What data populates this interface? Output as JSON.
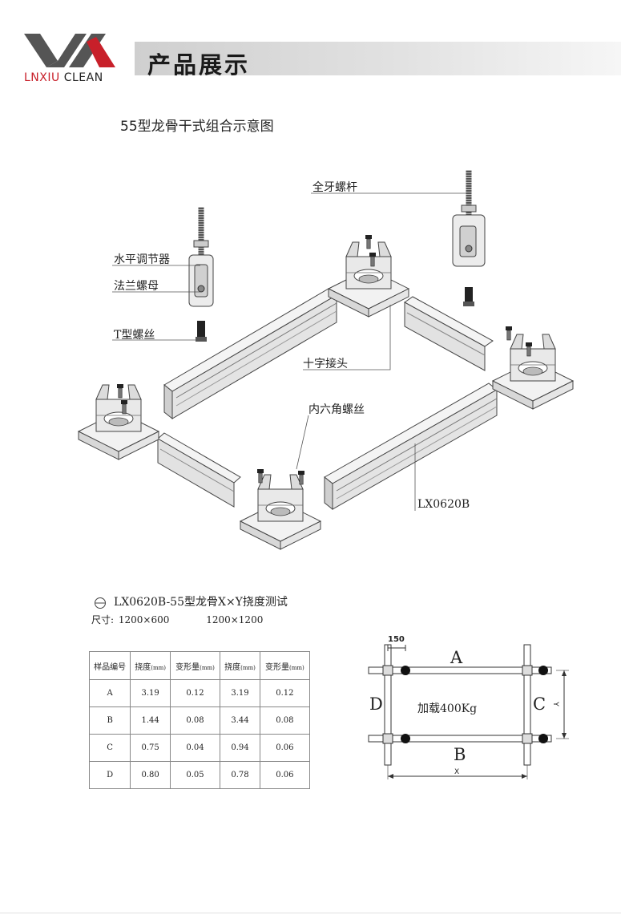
{
  "header": {
    "title": "产品展示"
  },
  "logo": {
    "text_left": "LNXIU",
    "text_right": "CLEAN",
    "brand_color": "#c8202a"
  },
  "diagram": {
    "title": "55型龙骨干式组合示意图",
    "callouts": {
      "full_thread_rod": "全牙螺杆",
      "level_adjuster": "水平调节器",
      "flange_nut": "法兰螺母",
      "t_bolt": "T型螺丝",
      "cross_joint": "十字接头",
      "hex_socket_screw": "内六角螺丝",
      "profile_model": "LX0620B"
    }
  },
  "test": {
    "title": "LX0620B-55型龙骨X×Y挠度测试",
    "size_label": "尺寸:",
    "size_1": "1200×600",
    "size_2": "1200×1200",
    "table": {
      "headers": [
        "样品编号",
        "挠度",
        "变形量",
        "挠度",
        "变形量"
      ],
      "header_units": [
        "",
        "(mm)",
        "(mm)",
        "(mm)",
        "(mm)"
      ],
      "rows": [
        [
          "A",
          "3.19",
          "0.12",
          "3.19",
          "0.12"
        ],
        [
          "B",
          "1.44",
          "0.08",
          "3.44",
          "0.08"
        ],
        [
          "C",
          "0.75",
          "0.04",
          "0.94",
          "0.06"
        ],
        [
          "D",
          "0.80",
          "0.05",
          "0.78",
          "0.06"
        ]
      ]
    },
    "schematic": {
      "offset_label": "150",
      "side_a": "A",
      "side_b": "B",
      "side_c": "C",
      "side_d": "D",
      "load_label": "加载400Kg",
      "x_label": "X",
      "y_label": "Y"
    }
  }
}
